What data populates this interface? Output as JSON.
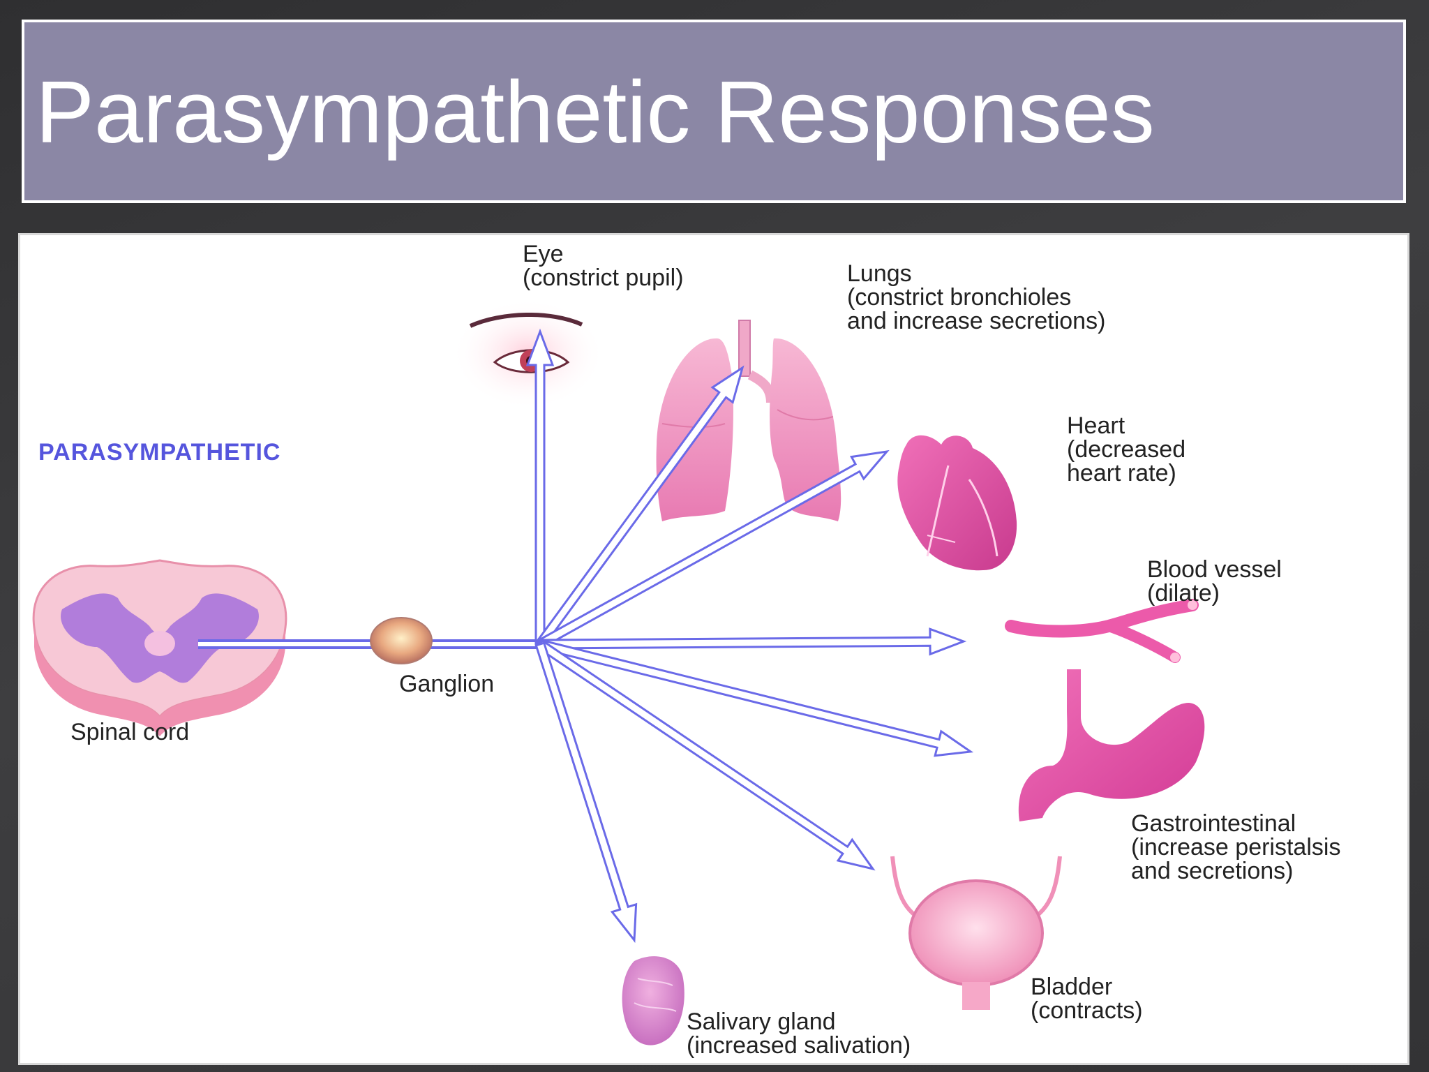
{
  "slide": {
    "title": "Parasympathetic Responses"
  },
  "diagram": {
    "system_label": "PARASYMPATHETIC",
    "spinal_cord": "Spinal cord",
    "ganglion": "Ganglion",
    "organs": {
      "eye": {
        "name": "Eye",
        "effect": "(constrict pupil)"
      },
      "lungs": {
        "name": "Lungs",
        "effect_1": "(constrict bronchioles",
        "effect_2": "and increase secretions)"
      },
      "heart": {
        "name": "Heart",
        "effect_1": "(decreased",
        "effect_2": "heart rate)"
      },
      "blood_vessel": {
        "name": "Blood vessel",
        "effect": "(dilate)"
      },
      "gastrointestinal": {
        "name": "Gastrointestinal",
        "effect_1": "(increase peristalsis",
        "effect_2": "and secretions)"
      },
      "bladder": {
        "name": "Bladder",
        "effect": "(contracts)"
      },
      "salivary_gland": {
        "name": "Salivary gland",
        "effect": "(increased salivation)"
      }
    },
    "colors": {
      "arrow_stroke": "#6a6ae8",
      "arrow_fill": "#ffffff",
      "organ_pink": "#e85aa8",
      "spinal_purple": "#a070d8",
      "title_bar": "#8b87a5"
    }
  }
}
